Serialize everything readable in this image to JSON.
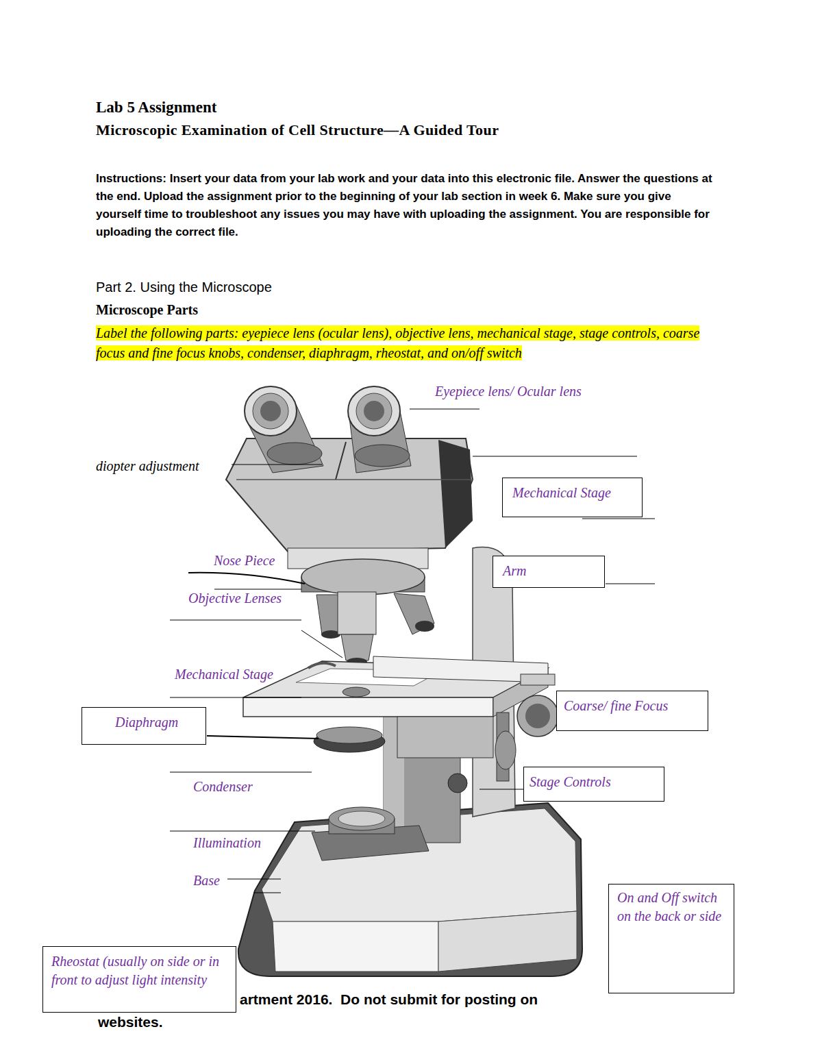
{
  "diagram": {
    "title": "Lab 5 Assignment",
    "nodes": [
      {
        "text": [
          "Mechanical Stage"
        ]
      },
      {
        "text": [
          "Arm"
        ]
      },
      {
        "text": [
          "Diaphragm"
        ]
      },
      {
        "text": [
          "Coarse/ fine Focus"
        ]
      },
      {
        "text": [
          "Stage Controls"
        ]
      },
      {
        "text": [
          "On and Off switch on the back or side"
        ]
      },
      {
        "text": [
          "Rheostat (usually on side or in front to adjust light intensity"
        ]
      }
    ],
    "labels": [
      "Microscopic Examination of Cell Structure—A Guided Tour",
      "Instructions: Insert your data from your lab work and your data into this electronic file. Answer the questions at the end. Upload the assignment prior to the beginning of your lab section in week 6. Make sure you give yourself time to troubleshoot any issues you may have with uploading the assignment. You are responsible for uploading the correct file.",
      "Part 2. Using the Microscope",
      "Microscope Parts",
      "Label the following parts: eyepiece lens (ocular lens), objective lens, mechanical stage, stage controls, coarse focus and fine focus knobs, condenser, diaphragm, rheostat, and on/off switch",
      "Eyepiece lens/ Ocular lens",
      "diopter adjustment",
      "Nose Piece",
      "Objective Lenses",
      "Mechanical Stage",
      "Condenser",
      "Illumination",
      "Base",
      "artment 2016.  Do not submit for posting on",
      "websites."
    ]
  }
}
